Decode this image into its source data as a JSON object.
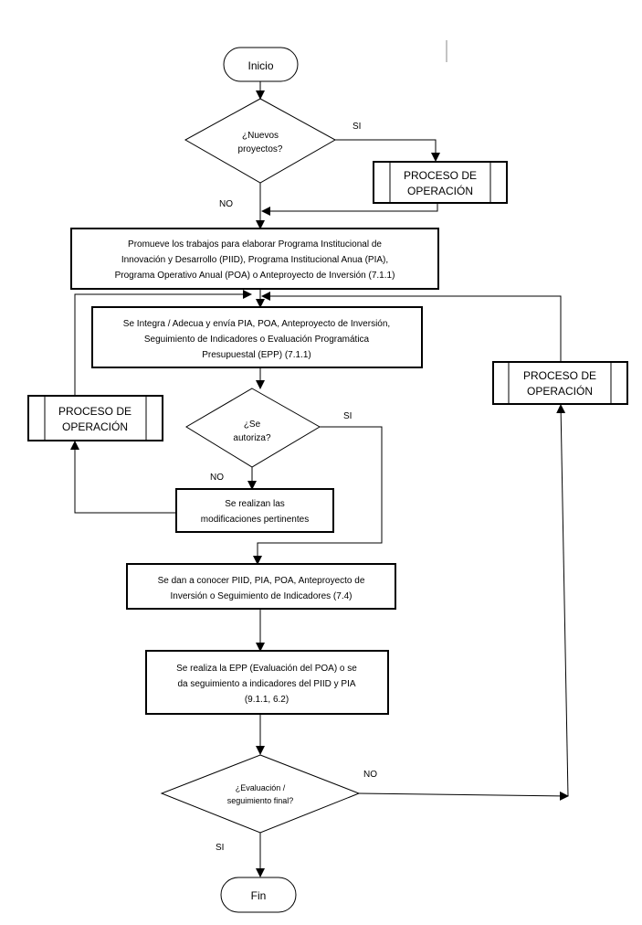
{
  "nodes": {
    "start": "Inicio",
    "q_new_projects": [
      "¿Nuevos",
      "proyectos?"
    ],
    "proc_op_top": [
      "PROCESO DE",
      "OPERACIÓN"
    ],
    "promote": [
      "Promueve los trabajos para elaborar Programa Institucional de",
      "Innovación y Desarrollo (PIID), Programa Institucional Anua (PIA),",
      "Programa Operativo Anual (POA) o Anteproyecto de Inversión (7.1.1)"
    ],
    "integrate": [
      "Se Integra / Adecua y envía PIA, POA, Anteproyecto de Inversión,",
      "Seguimiento de Indicadores o Evaluación Programática",
      "Presupuestal (EPP) (7.1.1)"
    ],
    "proc_op_left": [
      "PROCESO DE",
      "OPERACIÓN"
    ],
    "proc_op_right": [
      "PROCESO DE",
      "OPERACIÓN"
    ],
    "q_authorized": [
      "¿Se",
      "autoriza?"
    ],
    "modifications": [
      "Se realizan las",
      "modificaciones pertinentes"
    ],
    "publish": [
      "Se dan a conocer PIID, PIA, POA, Anteproyecto de",
      "Inversión o Seguimiento de Indicadores (7.4)"
    ],
    "evaluate": [
      "Se realiza la EPP (Evaluación del POA)  o se",
      "da seguimiento a indicadores del PIID y PIA",
      "(9.1.1, 6.2)"
    ],
    "q_final": [
      "¿Evaluación /",
      "seguimiento final?"
    ],
    "end": "Fin"
  },
  "edge_labels": {
    "si_1": "SI",
    "no_1": "NO",
    "si_2": "SI",
    "no_2": "NO",
    "no_3": "NO",
    "si_3": "SI"
  }
}
